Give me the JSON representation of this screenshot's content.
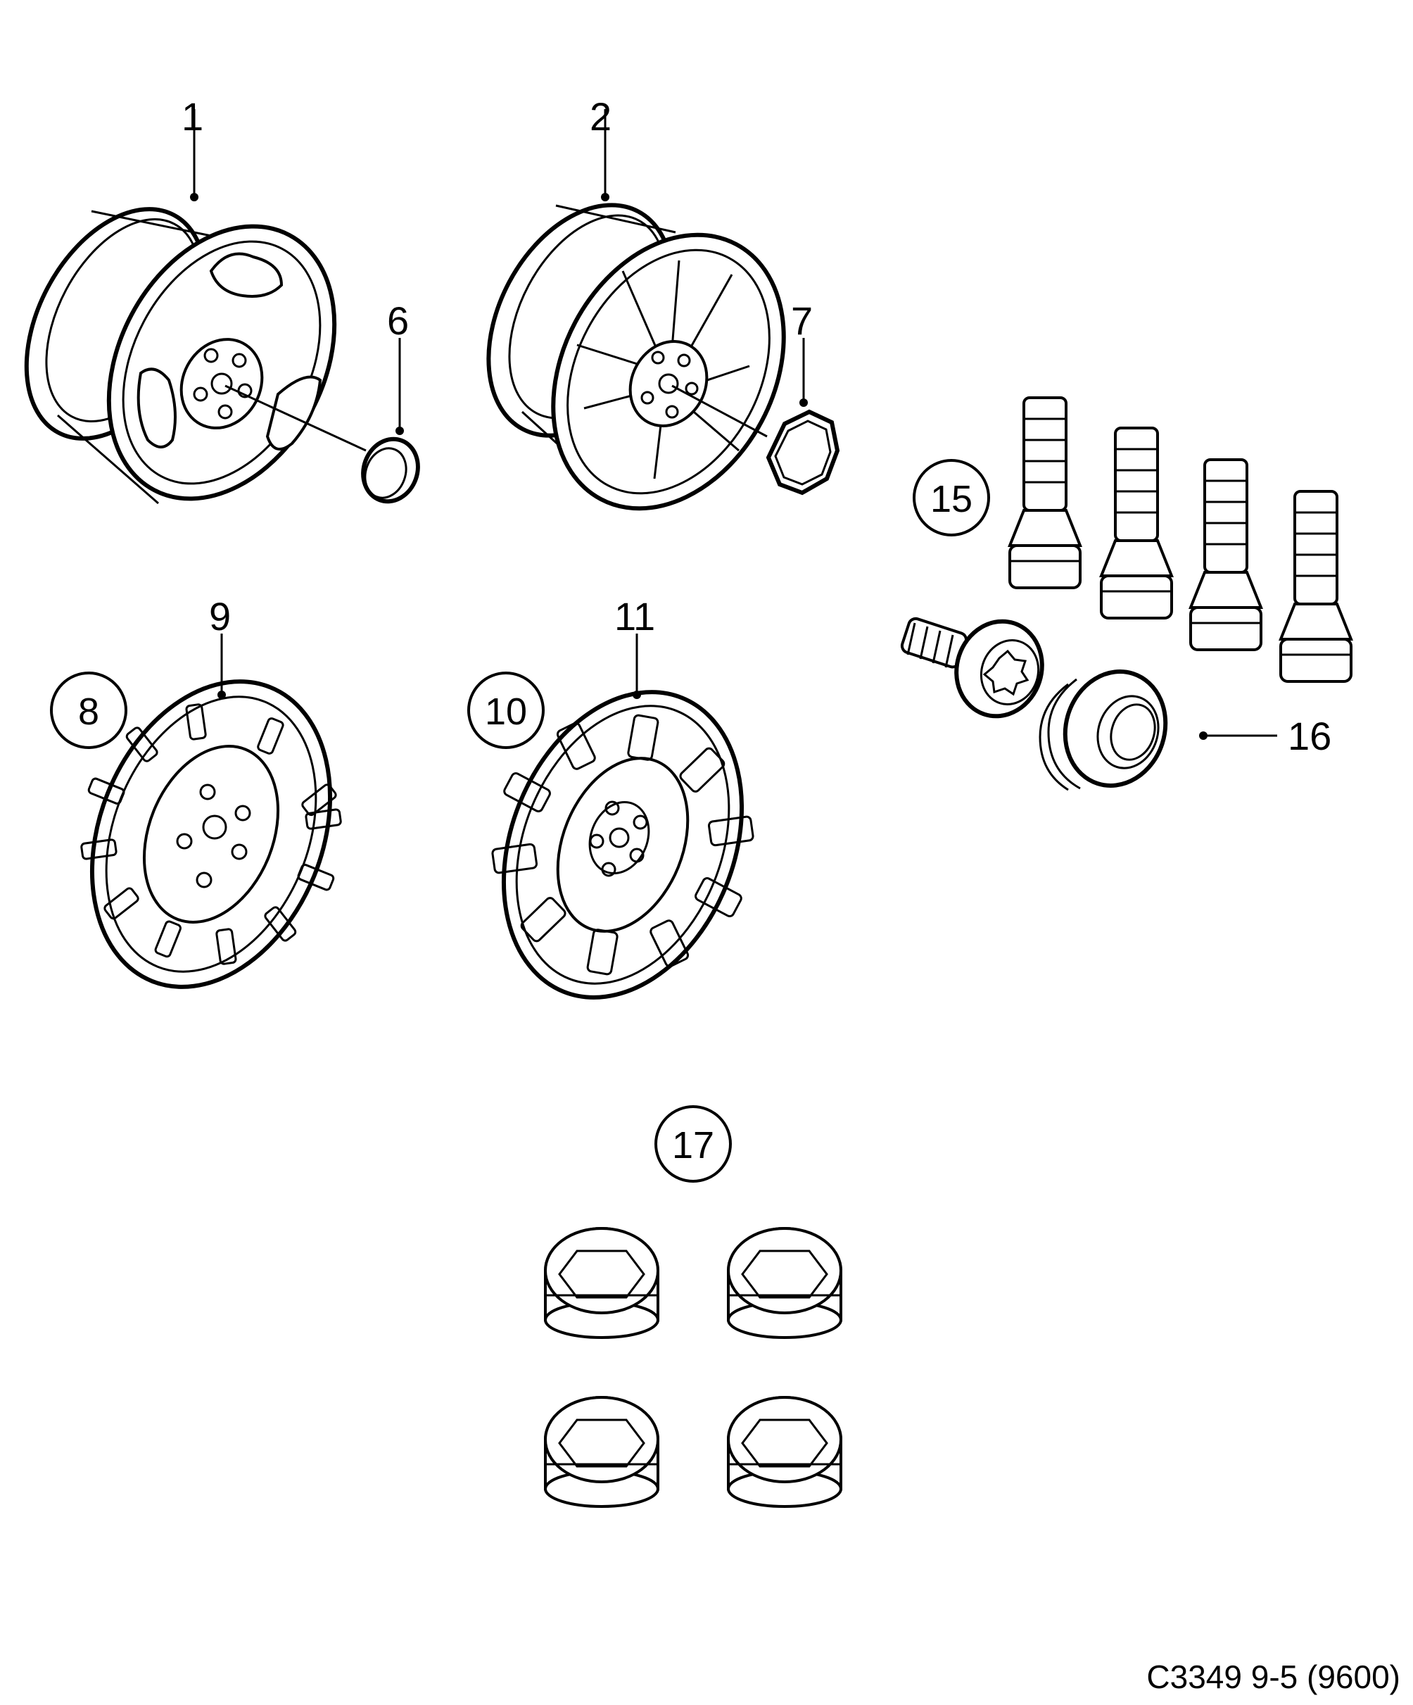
{
  "callouts": {
    "c1": "1",
    "c2": "2",
    "c6": "6",
    "c7": "7",
    "c8": "8",
    "c9": "9",
    "c10": "10",
    "c11": "11",
    "c15": "15",
    "c16": "16",
    "c17": "17"
  },
  "caption": "C3349 9-5 (9600)",
  "colors": {
    "line": "#000000",
    "background": "#ffffff"
  }
}
